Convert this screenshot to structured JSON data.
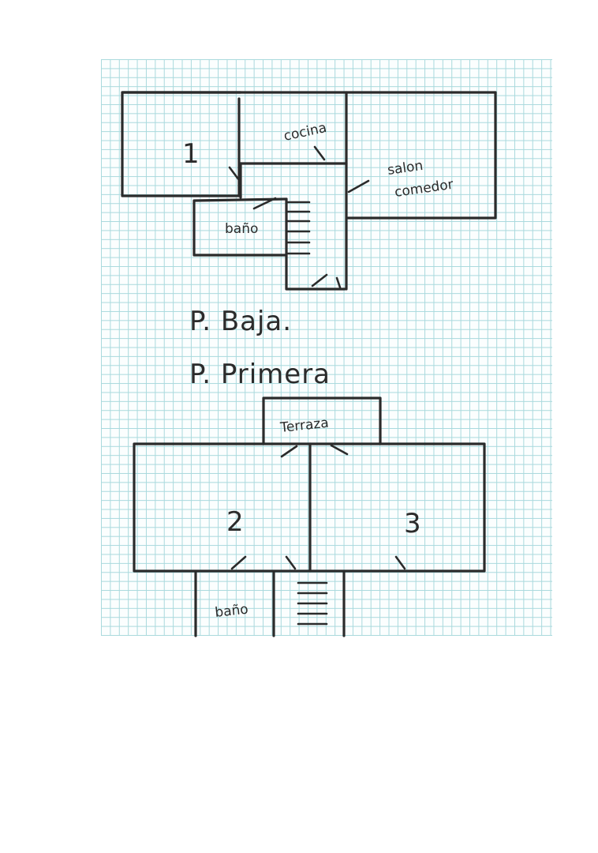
{
  "ground_floor": {
    "title": "P. Baja.",
    "rooms": {
      "room_1": "1",
      "cocina": "cocina",
      "salon_line1": "salon",
      "salon_line2": "comedor",
      "bano": "baño"
    }
  },
  "first_floor": {
    "title": "P. Primera",
    "rooms": {
      "terraza": "Terraza",
      "room_2": "2",
      "room_3": "3",
      "bano": "baño"
    }
  },
  "colors": {
    "ink": "#2b2b2b",
    "grid": "#a9d9dd",
    "paper": "#fbfefe"
  }
}
